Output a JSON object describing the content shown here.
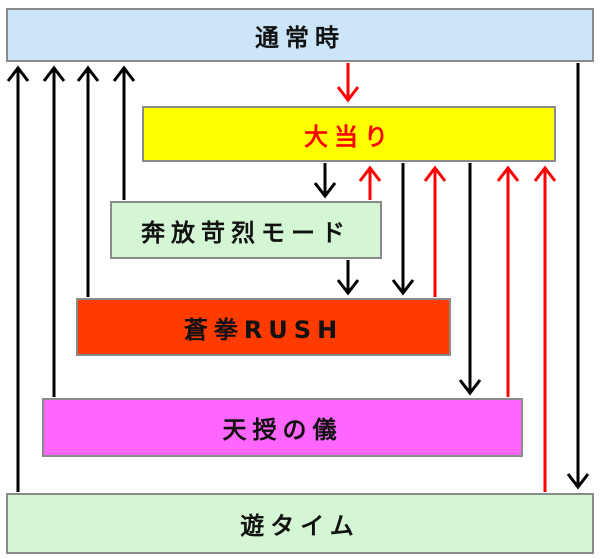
{
  "states": {
    "normal": {
      "label": "通常時",
      "fill": "#cce5f9"
    },
    "jackpot": {
      "label": "大当り",
      "fill": "#ffff00",
      "text_color": "#ff0000"
    },
    "honpo_mode": {
      "label": "奔放苛烈モード",
      "fill": "#d5f6d5"
    },
    "souken_rush": {
      "label": "蒼拳RUSH",
      "fill": "#ff3b00"
    },
    "tenju_no_gi": {
      "label": "天授の儀",
      "fill": "#ff66ff"
    },
    "yuu_time": {
      "label": "遊タイム",
      "fill": "#d5f6d5"
    }
  },
  "arrow_colors": {
    "default": "#000000",
    "to_jackpot": "#ff0000"
  },
  "transitions": [
    {
      "from": "yuu_time",
      "to": "normal",
      "color": "default"
    },
    {
      "from": "tenju_no_gi",
      "to": "normal",
      "color": "default"
    },
    {
      "from": "souken_rush",
      "to": "normal",
      "color": "default"
    },
    {
      "from": "honpo_mode",
      "to": "normal",
      "color": "default"
    },
    {
      "from": "normal",
      "to": "jackpot",
      "color": "to_jackpot"
    },
    {
      "from": "normal",
      "to": "yuu_time",
      "color": "default"
    },
    {
      "from": "jackpot",
      "to": "honpo_mode",
      "color": "default"
    },
    {
      "from": "honpo_mode",
      "to": "jackpot",
      "color": "to_jackpot"
    },
    {
      "from": "honpo_mode",
      "to": "souken_rush",
      "color": "default"
    },
    {
      "from": "jackpot",
      "to": "souken_rush",
      "color": "default"
    },
    {
      "from": "souken_rush",
      "to": "jackpot",
      "color": "to_jackpot"
    },
    {
      "from": "jackpot",
      "to": "tenju_no_gi",
      "color": "default"
    },
    {
      "from": "tenju_no_gi",
      "to": "jackpot",
      "color": "to_jackpot"
    },
    {
      "from": "yuu_time",
      "to": "jackpot",
      "color": "to_jackpot"
    }
  ]
}
